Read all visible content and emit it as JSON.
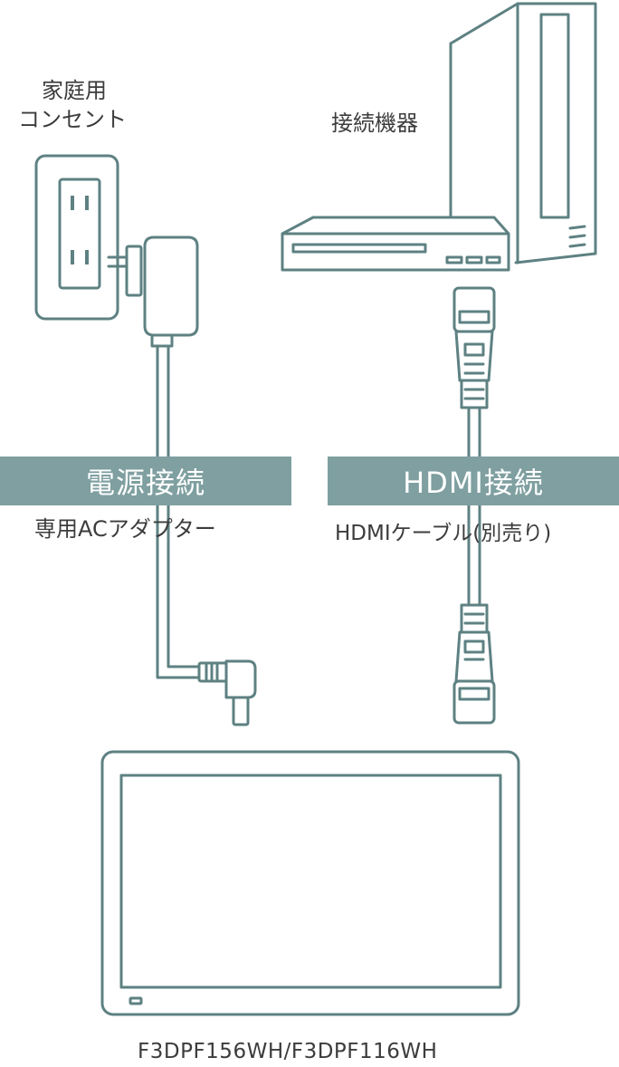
{
  "labels": {
    "outlet_line1": "家庭用",
    "outlet_line2": "コンセント",
    "device": "接続機器",
    "adapter": "専用ACアダプター",
    "hdmi_cable": "HDMIケーブル(別売り)",
    "model": "F3DPF156WH/F3DPF116WH"
  },
  "banners": {
    "power": "電源接続",
    "hdmi": "HDMI接続"
  },
  "colors": {
    "line": "#5e8182",
    "banner": "#7f9fa0",
    "text": "#3c3c3c"
  }
}
